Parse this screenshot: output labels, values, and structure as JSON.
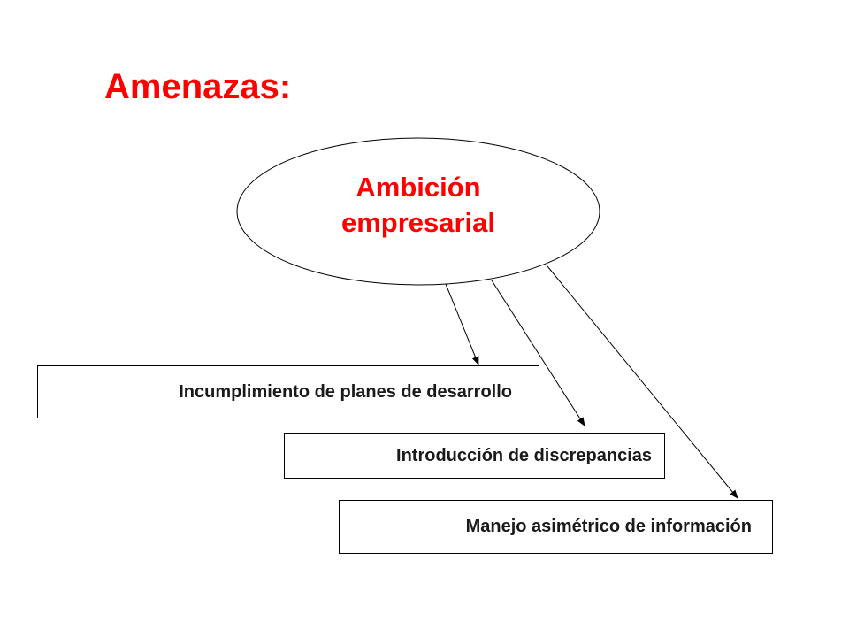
{
  "slide": {
    "title": "Amenazas:",
    "central_node": {
      "line1": "Ambición",
      "line2": "empresarial"
    },
    "threats": [
      {
        "label": "Incumplimiento de planes de desarrollo"
      },
      {
        "label": "Introducción de discrepancias"
      },
      {
        "label": "Manejo asimétrico de información"
      }
    ]
  },
  "colors": {
    "title": "#ff0000",
    "central_text": "#ff0000",
    "lines": "#000000",
    "box_text": "#1a1a1a"
  }
}
